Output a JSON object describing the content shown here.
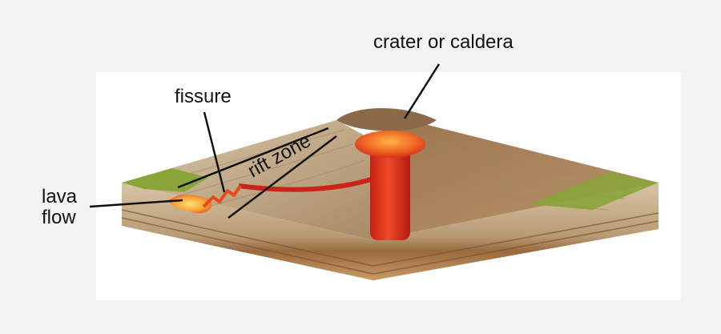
{
  "labels": {
    "crater": "crater or caldera",
    "fissure": "fissure",
    "rift_zone": "rift zone",
    "lava_line1": "lava",
    "lava_line2": "flow"
  },
  "colors": {
    "background": "#f3f3f3",
    "panel": "#ffffff",
    "rock_light": "#c9b394",
    "rock_dark": "#8d6a44",
    "grass": "#8aa43a",
    "magma": "#e2321f",
    "magma_top": "#f07a24",
    "leader_line": "#111111"
  }
}
